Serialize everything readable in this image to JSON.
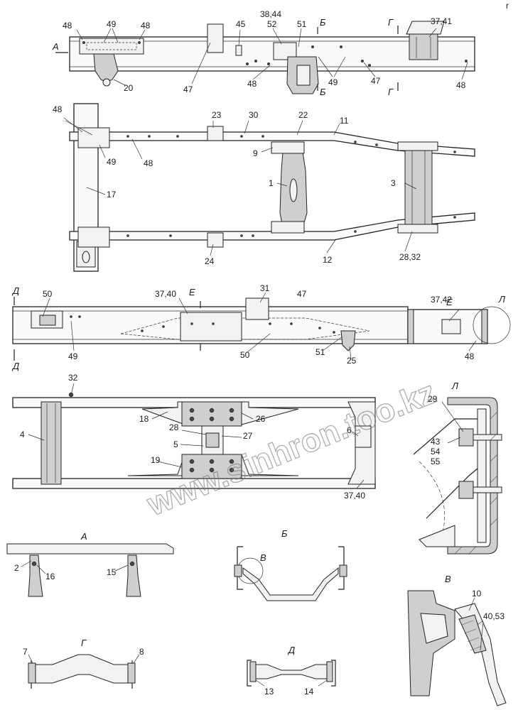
{
  "watermark": "www.sinhron.too.kz",
  "corner_mark": "r",
  "view1_labels": {
    "l48a": "48",
    "l49": "49",
    "l48b": "48",
    "l20": "20",
    "l47a": "47",
    "l45": "45",
    "l3844": "38,44",
    "l52": "52",
    "l51": "51",
    "l48c": "48",
    "l49b": "49",
    "l47b": "47",
    "l3741": "37,41",
    "l48d": "48",
    "secA": "А",
    "secB1": "Б",
    "secB2": "Б",
    "secG1": "Г",
    "secG2": "Г"
  },
  "view2_labels": {
    "l48a": "48",
    "l49": "49",
    "l48b": "48",
    "l23": "23",
    "l30": "30",
    "l22": "22",
    "l11": "11",
    "l9": "9",
    "l1": "1",
    "l3": "3",
    "l17": "17",
    "l24": "24",
    "l12": "12",
    "l2832": "28,32"
  },
  "view3_labels": {
    "l50": "50",
    "l3740": "37,40",
    "secE": "Е",
    "l31": "31",
    "l47": "47",
    "l49": "49",
    "l50b": "50",
    "l51": "51",
    "l25": "25",
    "secD1": "Д",
    "secD2": "Д"
  },
  "viewE_labels": {
    "title": "Е",
    "l3742": "37,42",
    "l48": "48",
    "secL": "Л"
  },
  "view4_labels": {
    "l32": "32",
    "l18": "18",
    "l26": "26",
    "l4": "4",
    "l28": "28",
    "l27": "27",
    "l5": "5",
    "l6": "6",
    "l19": "19",
    "l3740": "37,40"
  },
  "viewL_labels": {
    "title": "Л",
    "l29": "29",
    "l43": "43",
    "l54": "54",
    "l55": "55"
  },
  "viewA_labels": {
    "title": "А",
    "l2": "2",
    "l16": "16",
    "l15": "15"
  },
  "viewB_labels": {
    "title": "Б",
    "l_v": "В"
  },
  "viewG_labels": {
    "title": "Г",
    "l7": "7",
    "l8": "8"
  },
  "viewD_labels": {
    "title": "Д",
    "l13": "13",
    "l14": "14"
  },
  "viewV_labels": {
    "title": "В",
    "l10": "10",
    "l4053": "40,53"
  }
}
